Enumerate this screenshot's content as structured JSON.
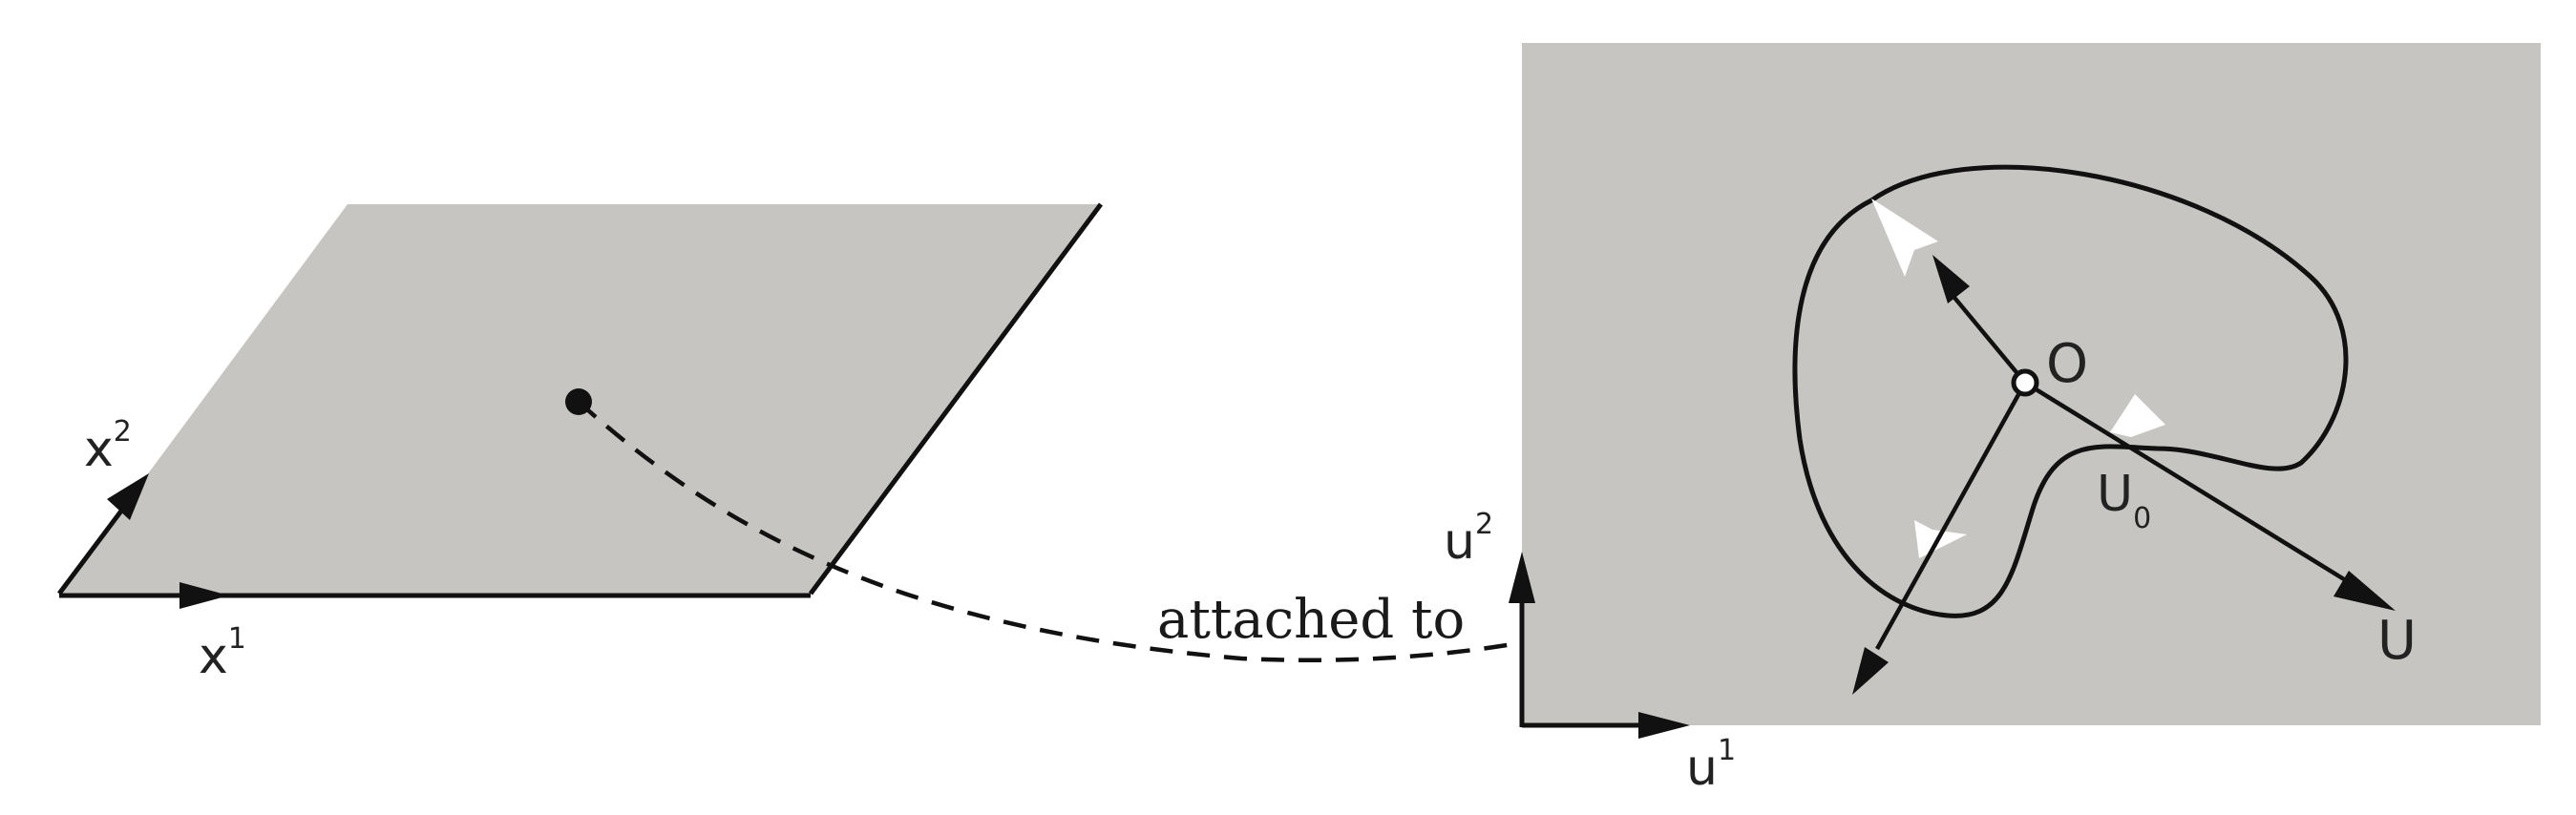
{
  "diagram": {
    "colors": {
      "plane_fill": "#c6c5c1",
      "stroke": "#111111",
      "label": "#222222",
      "white_arrow": "#ffffff"
    },
    "left_panel": {
      "axis_x1": {
        "base": "x",
        "sup": "1"
      },
      "axis_x2": {
        "base": "x",
        "sup": "2"
      }
    },
    "connector": {
      "label": "attached to",
      "style": "dashed"
    },
    "right_panel": {
      "axis_u1": {
        "base": "u",
        "sup": "1"
      },
      "axis_u2": {
        "base": "u",
        "sup": "2"
      },
      "origin_label": "O",
      "region_label": {
        "base": "U",
        "sub": "0"
      },
      "vector_label": "U"
    }
  }
}
